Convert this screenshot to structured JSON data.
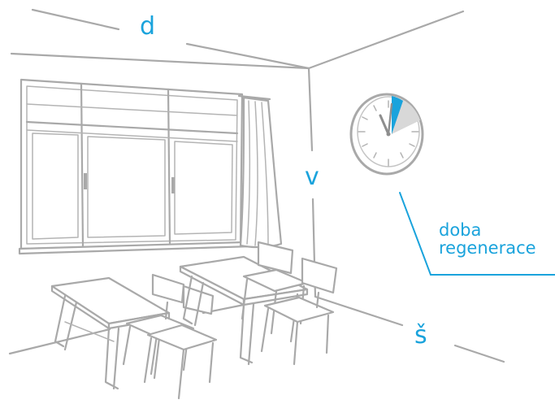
{
  "labels": {
    "depth": "d",
    "height": "v",
    "width": "š",
    "regeneration_line1": "doba",
    "regeneration_line2": "regenerace"
  },
  "colors": {
    "accent": "#1aa3dc",
    "line": "#a9a9a9",
    "clock_shade": "#d8d8d8"
  },
  "clock": {
    "hour_hand": "11",
    "minute_hand": "12",
    "highlighted_sector": "12 to 1"
  },
  "icons": [
    "wall-clock-icon",
    "window-icon",
    "curtain-icon",
    "school-desk-icon",
    "chair-icon"
  ]
}
